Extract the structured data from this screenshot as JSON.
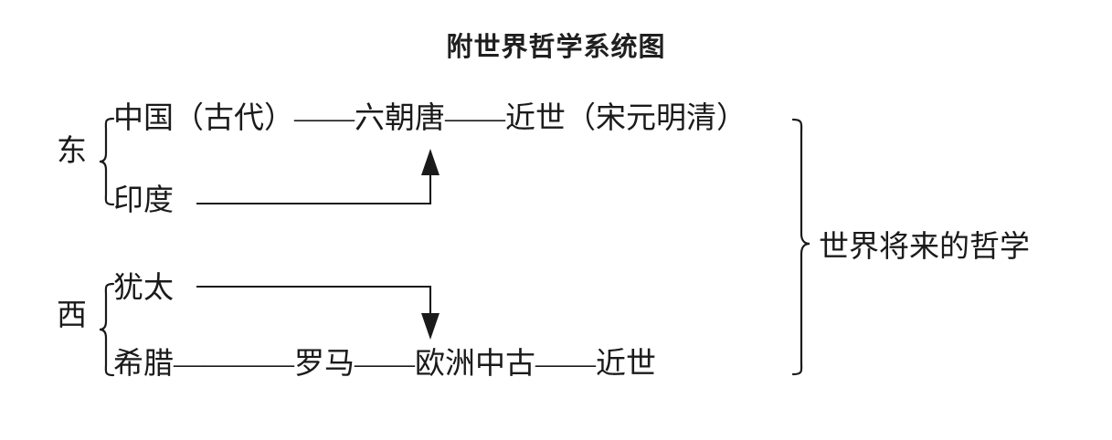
{
  "title": "附世界哲学系统图",
  "groups": {
    "east": {
      "label": "东",
      "branches": {
        "china": {
          "stages": [
            "中国（古代）",
            "六朝唐",
            "近世（宋元明清）"
          ],
          "connector": "——",
          "line_text": "中国（古代）——六朝唐——近世（宋元明清）"
        },
        "india": {
          "stages": [
            "印度"
          ],
          "line_text": "印度"
        }
      }
    },
    "west": {
      "label": "西",
      "branches": {
        "jewish": {
          "stages": [
            "犹太"
          ],
          "line_text": "犹太"
        },
        "greek": {
          "stages": [
            "希腊",
            "罗马",
            "欧洲中古",
            "近世"
          ],
          "connector": "——",
          "line_text": "希腊————罗马——欧洲中古——近世"
        }
      }
    }
  },
  "outcome": {
    "label": "世界将来的哲学"
  },
  "arrows": [
    {
      "name": "india-to-china-arrow",
      "direction": "up",
      "from": "印度",
      "to": "中国（古代）——六朝唐"
    },
    {
      "name": "jewish-to-greek-arrow",
      "direction": "down",
      "from": "犹太",
      "to": "罗马"
    }
  ],
  "colors": {
    "ink": "#1a1a1a",
    "background": "#ffffff"
  }
}
